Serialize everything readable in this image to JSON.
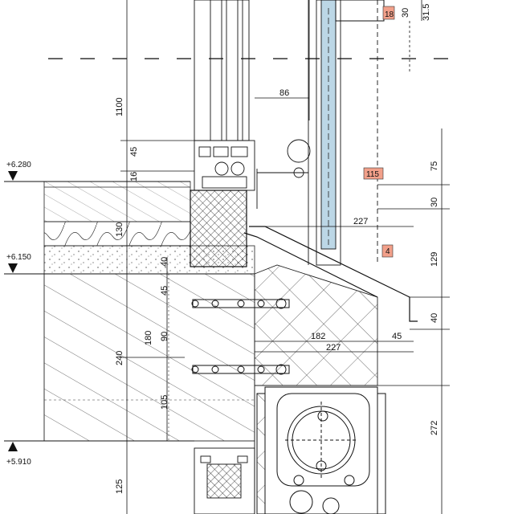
{
  "levels": {
    "upper": "+6.280",
    "middle": "+6.150",
    "lower": "+5.910"
  },
  "dimensions": {
    "d1100": "1100",
    "d45_top": "45",
    "d16": "16",
    "d130": "130",
    "d40_left": "40",
    "d45_mid": "45",
    "d180": "180",
    "d90": "90",
    "d240": "240",
    "d105": "105",
    "d125": "125",
    "d86": "86",
    "d227_top": "227",
    "d182": "182",
    "d227_low": "227",
    "d45_right": "45",
    "d30_top": "30",
    "d31_5": "31.5",
    "d75": "75",
    "d30_mid": "30",
    "d129": "129",
    "d40_right": "40",
    "d272": "272"
  },
  "tags": {
    "t18": "18",
    "t115": "115",
    "t4": "4"
  },
  "colors": {
    "line": "#1a1a1a",
    "tag_fill": "#f2a08a",
    "glass": "#bcd7e6"
  }
}
